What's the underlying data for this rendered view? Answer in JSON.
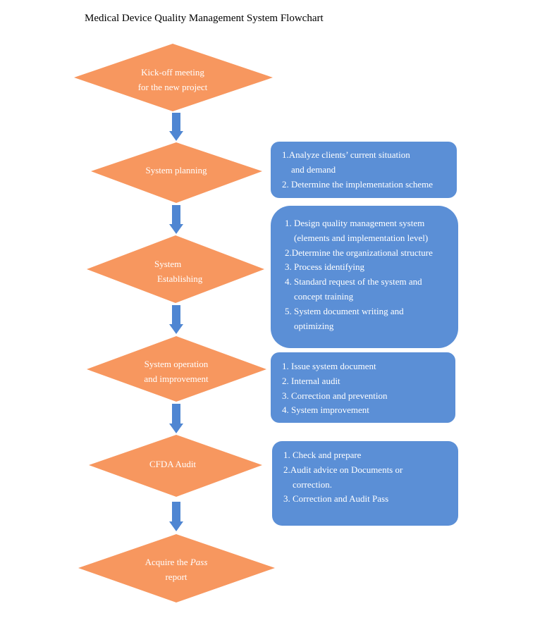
{
  "title": "Medical Device Quality Management System Flowchart",
  "colors": {
    "step_fill": "#f7975f",
    "box_fill": "#5b8fd6",
    "arrow_fill": "#4f86d2",
    "text": "#ffffff"
  },
  "steps": [
    {
      "lines": [
        "Kick-off meeting",
        "for the new project"
      ]
    },
    {
      "lines": [
        "System planning"
      ]
    },
    {
      "lines": [
        "System",
        "Establishing"
      ]
    },
    {
      "lines": [
        "System operation",
        "and improvement"
      ]
    },
    {
      "lines": [
        "CFDA Audit"
      ]
    },
    {
      "lines_rich": {
        "prefix": "Acquire the ",
        "emphasis": "Pass",
        "line2": "report"
      }
    }
  ],
  "details": [
    {
      "lines": [
        "1.Analyze clients’ current situation",
        "and demand",
        "2.  Determine the implementation scheme"
      ]
    },
    {
      "lines": [
        "1. Design quality management system",
        "(elements and implementation level)",
        "2.Determine the organizational structure",
        "3. Process identifying",
        "4. Standard request of the system and",
        "concept training",
        "5. System document writing and",
        "optimizing"
      ]
    },
    {
      "lines": [
        "1. Issue system document",
        "2. Internal audit",
        "3. Correction and prevention",
        "4. System improvement"
      ]
    },
    {
      "lines": [
        "1. Check and prepare",
        "2.Audit advice on Documents or",
        "correction.",
        "3. Correction and Audit Pass"
      ]
    }
  ]
}
